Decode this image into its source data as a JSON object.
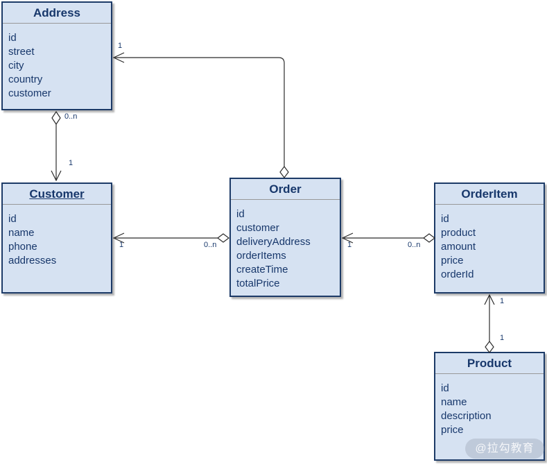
{
  "diagram": {
    "type": "uml-class-diagram",
    "classes": [
      {
        "name": "Address",
        "underlined": false,
        "fields": [
          "id",
          "street",
          "city",
          "country",
          "customer"
        ]
      },
      {
        "name": "Customer",
        "underlined": true,
        "fields": [
          "id",
          "name",
          "phone",
          "addresses"
        ]
      },
      {
        "name": "Order",
        "underlined": false,
        "fields": [
          "id",
          "customer",
          "deliveryAddress",
          "orderItems",
          "createTime",
          "totalPrice"
        ]
      },
      {
        "name": "OrderItem",
        "underlined": false,
        "fields": [
          "id",
          "product",
          "amount",
          "price",
          "orderId"
        ]
      },
      {
        "name": "Product",
        "underlined": false,
        "fields": [
          "id",
          "name",
          "description",
          "price"
        ]
      }
    ],
    "relations": [
      {
        "source": "Order",
        "target": "Address",
        "kind": "aggregation",
        "target_label": "1"
      },
      {
        "source": "Address",
        "target": "Customer",
        "kind": "aggregation",
        "source_label": "0..n",
        "target_label": "1"
      },
      {
        "source": "Order",
        "target": "Customer",
        "kind": "aggregation",
        "source_label": "0..n",
        "target_label": "1"
      },
      {
        "source": "OrderItem",
        "target": "Order",
        "kind": "aggregation",
        "source_label": "0..n",
        "target_label": "1"
      },
      {
        "source": "Product",
        "target": "OrderItem",
        "kind": "aggregation",
        "source_label": "1",
        "target_label": "1"
      }
    ]
  },
  "watermark": {
    "text": "@拉勾教育"
  },
  "colors": {
    "box_fill": "#d6e2f2",
    "box_border": "#1c3a67",
    "text": "#17376b",
    "line": "#2b2b2b",
    "separator": "#989898",
    "background": "#ffffff"
  }
}
